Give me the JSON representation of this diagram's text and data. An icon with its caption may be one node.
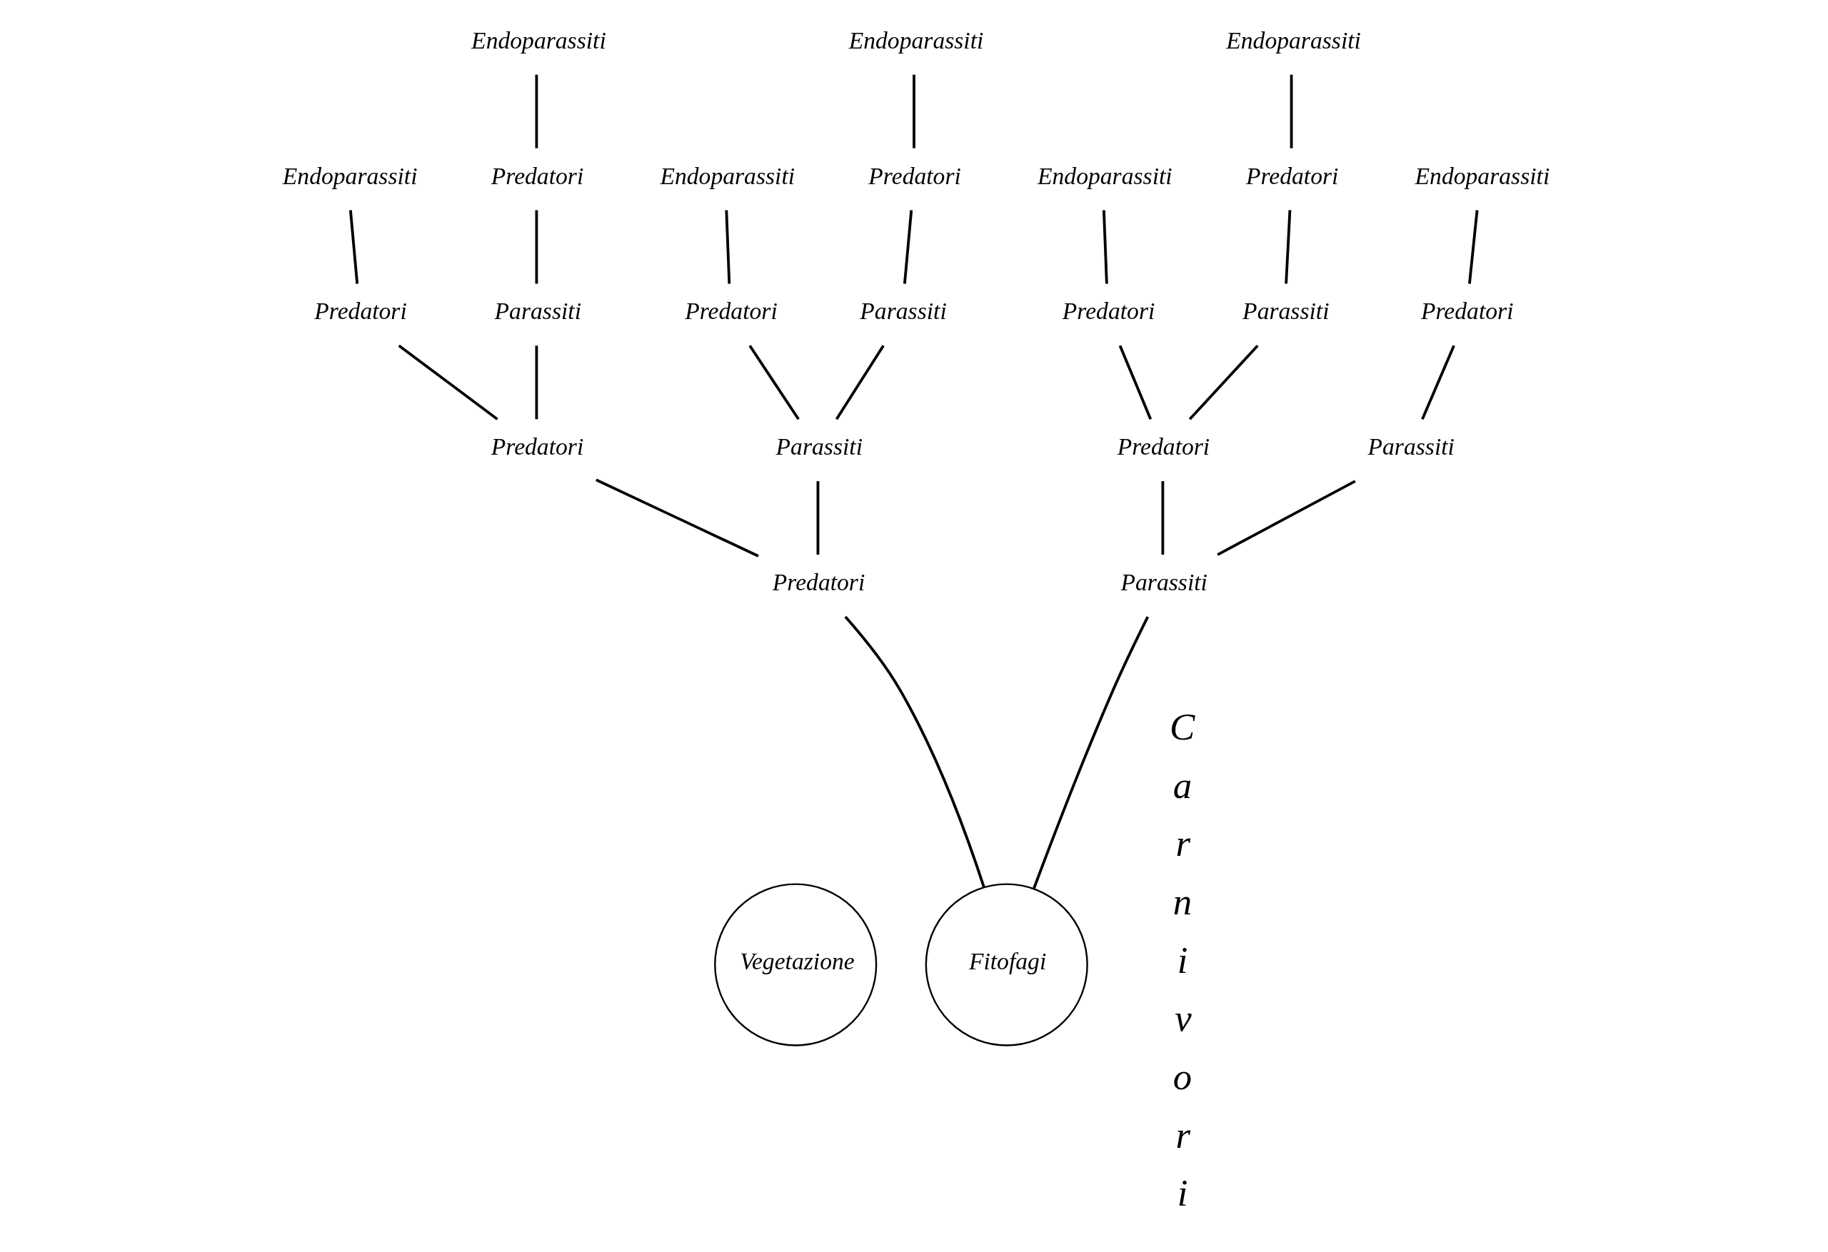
{
  "diagram": {
    "nodes": [
      {
        "text": [
          "Vegetazione"
        ]
      },
      {
        "text": [
          "Fitofagi"
        ]
      },
      {
        "text": [
          "Predatori"
        ]
      },
      {
        "text": [
          "Predatori"
        ]
      },
      {
        "text": [
          "Predatori"
        ]
      },
      {
        "text": [
          "Endoparassiti"
        ]
      },
      {
        "text": [
          "Parassiti"
        ]
      },
      {
        "text": [
          "Predatori"
        ]
      },
      {
        "text": [
          "Endoparassiti"
        ]
      },
      {
        "text": [
          "Parassiti"
        ]
      },
      {
        "text": [
          "Predatori"
        ]
      },
      {
        "text": [
          "Endoparassiti"
        ]
      },
      {
        "text": [
          "Parassiti"
        ]
      },
      {
        "text": [
          "Predatori"
        ]
      },
      {
        "text": [
          "Endoparassiti"
        ]
      },
      {
        "text": [
          "Parassiti"
        ]
      },
      {
        "text": [
          "Predatori"
        ]
      },
      {
        "text": [
          "Predatori"
        ]
      },
      {
        "text": [
          "Endoparassiti"
        ]
      },
      {
        "text": [
          "Parassiti"
        ]
      },
      {
        "text": [
          "Predatori"
        ]
      },
      {
        "text": [
          "Endoparassiti"
        ]
      },
      {
        "text": [
          "Parassiti"
        ]
      },
      {
        "text": [
          "Predatori"
        ]
      },
      {
        "text": [
          "Endoparassiti"
        ]
      }
    ],
    "edges": [
      {
        "from": 1,
        "to": 2,
        "arrow": "none"
      },
      {
        "from": 1,
        "to": 15,
        "arrow": "none"
      },
      {
        "from": 2,
        "to": 3,
        "arrow": "none"
      },
      {
        "from": 3,
        "to": 4,
        "arrow": "none"
      },
      {
        "from": 4,
        "to": 5,
        "arrow": "none"
      },
      {
        "from": 3,
        "to": 6,
        "arrow": "none"
      },
      {
        "from": 6,
        "to": 7,
        "arrow": "none"
      },
      {
        "from": 7,
        "to": 8,
        "arrow": "none"
      },
      {
        "from": 2,
        "to": 9,
        "arrow": "none"
      },
      {
        "from": 9,
        "to": 10,
        "arrow": "none"
      },
      {
        "from": 10,
        "to": 11,
        "arrow": "none"
      },
      {
        "from": 9,
        "to": 12,
        "arrow": "none"
      },
      {
        "from": 12,
        "to": 13,
        "arrow": "none"
      },
      {
        "from": 13,
        "to": 14,
        "arrow": "none"
      },
      {
        "from": 15,
        "to": 16,
        "arrow": "none"
      },
      {
        "from": 16,
        "to": 17,
        "arrow": "none"
      },
      {
        "from": 17,
        "to": 18,
        "arrow": "none"
      },
      {
        "from": 16,
        "to": 19,
        "arrow": "none"
      },
      {
        "from": 19,
        "to": 20,
        "arrow": "none"
      },
      {
        "from": 20,
        "to": 21,
        "arrow": "none"
      },
      {
        "from": 15,
        "to": 22,
        "arrow": "none"
      },
      {
        "from": 22,
        "to": 23,
        "arrow": "none"
      },
      {
        "from": 23,
        "to": 24,
        "arrow": "none"
      }
    ],
    "labels": [
      "C",
      "a",
      "r",
      "n",
      "i",
      "v",
      "o",
      "r",
      "i"
    ]
  }
}
